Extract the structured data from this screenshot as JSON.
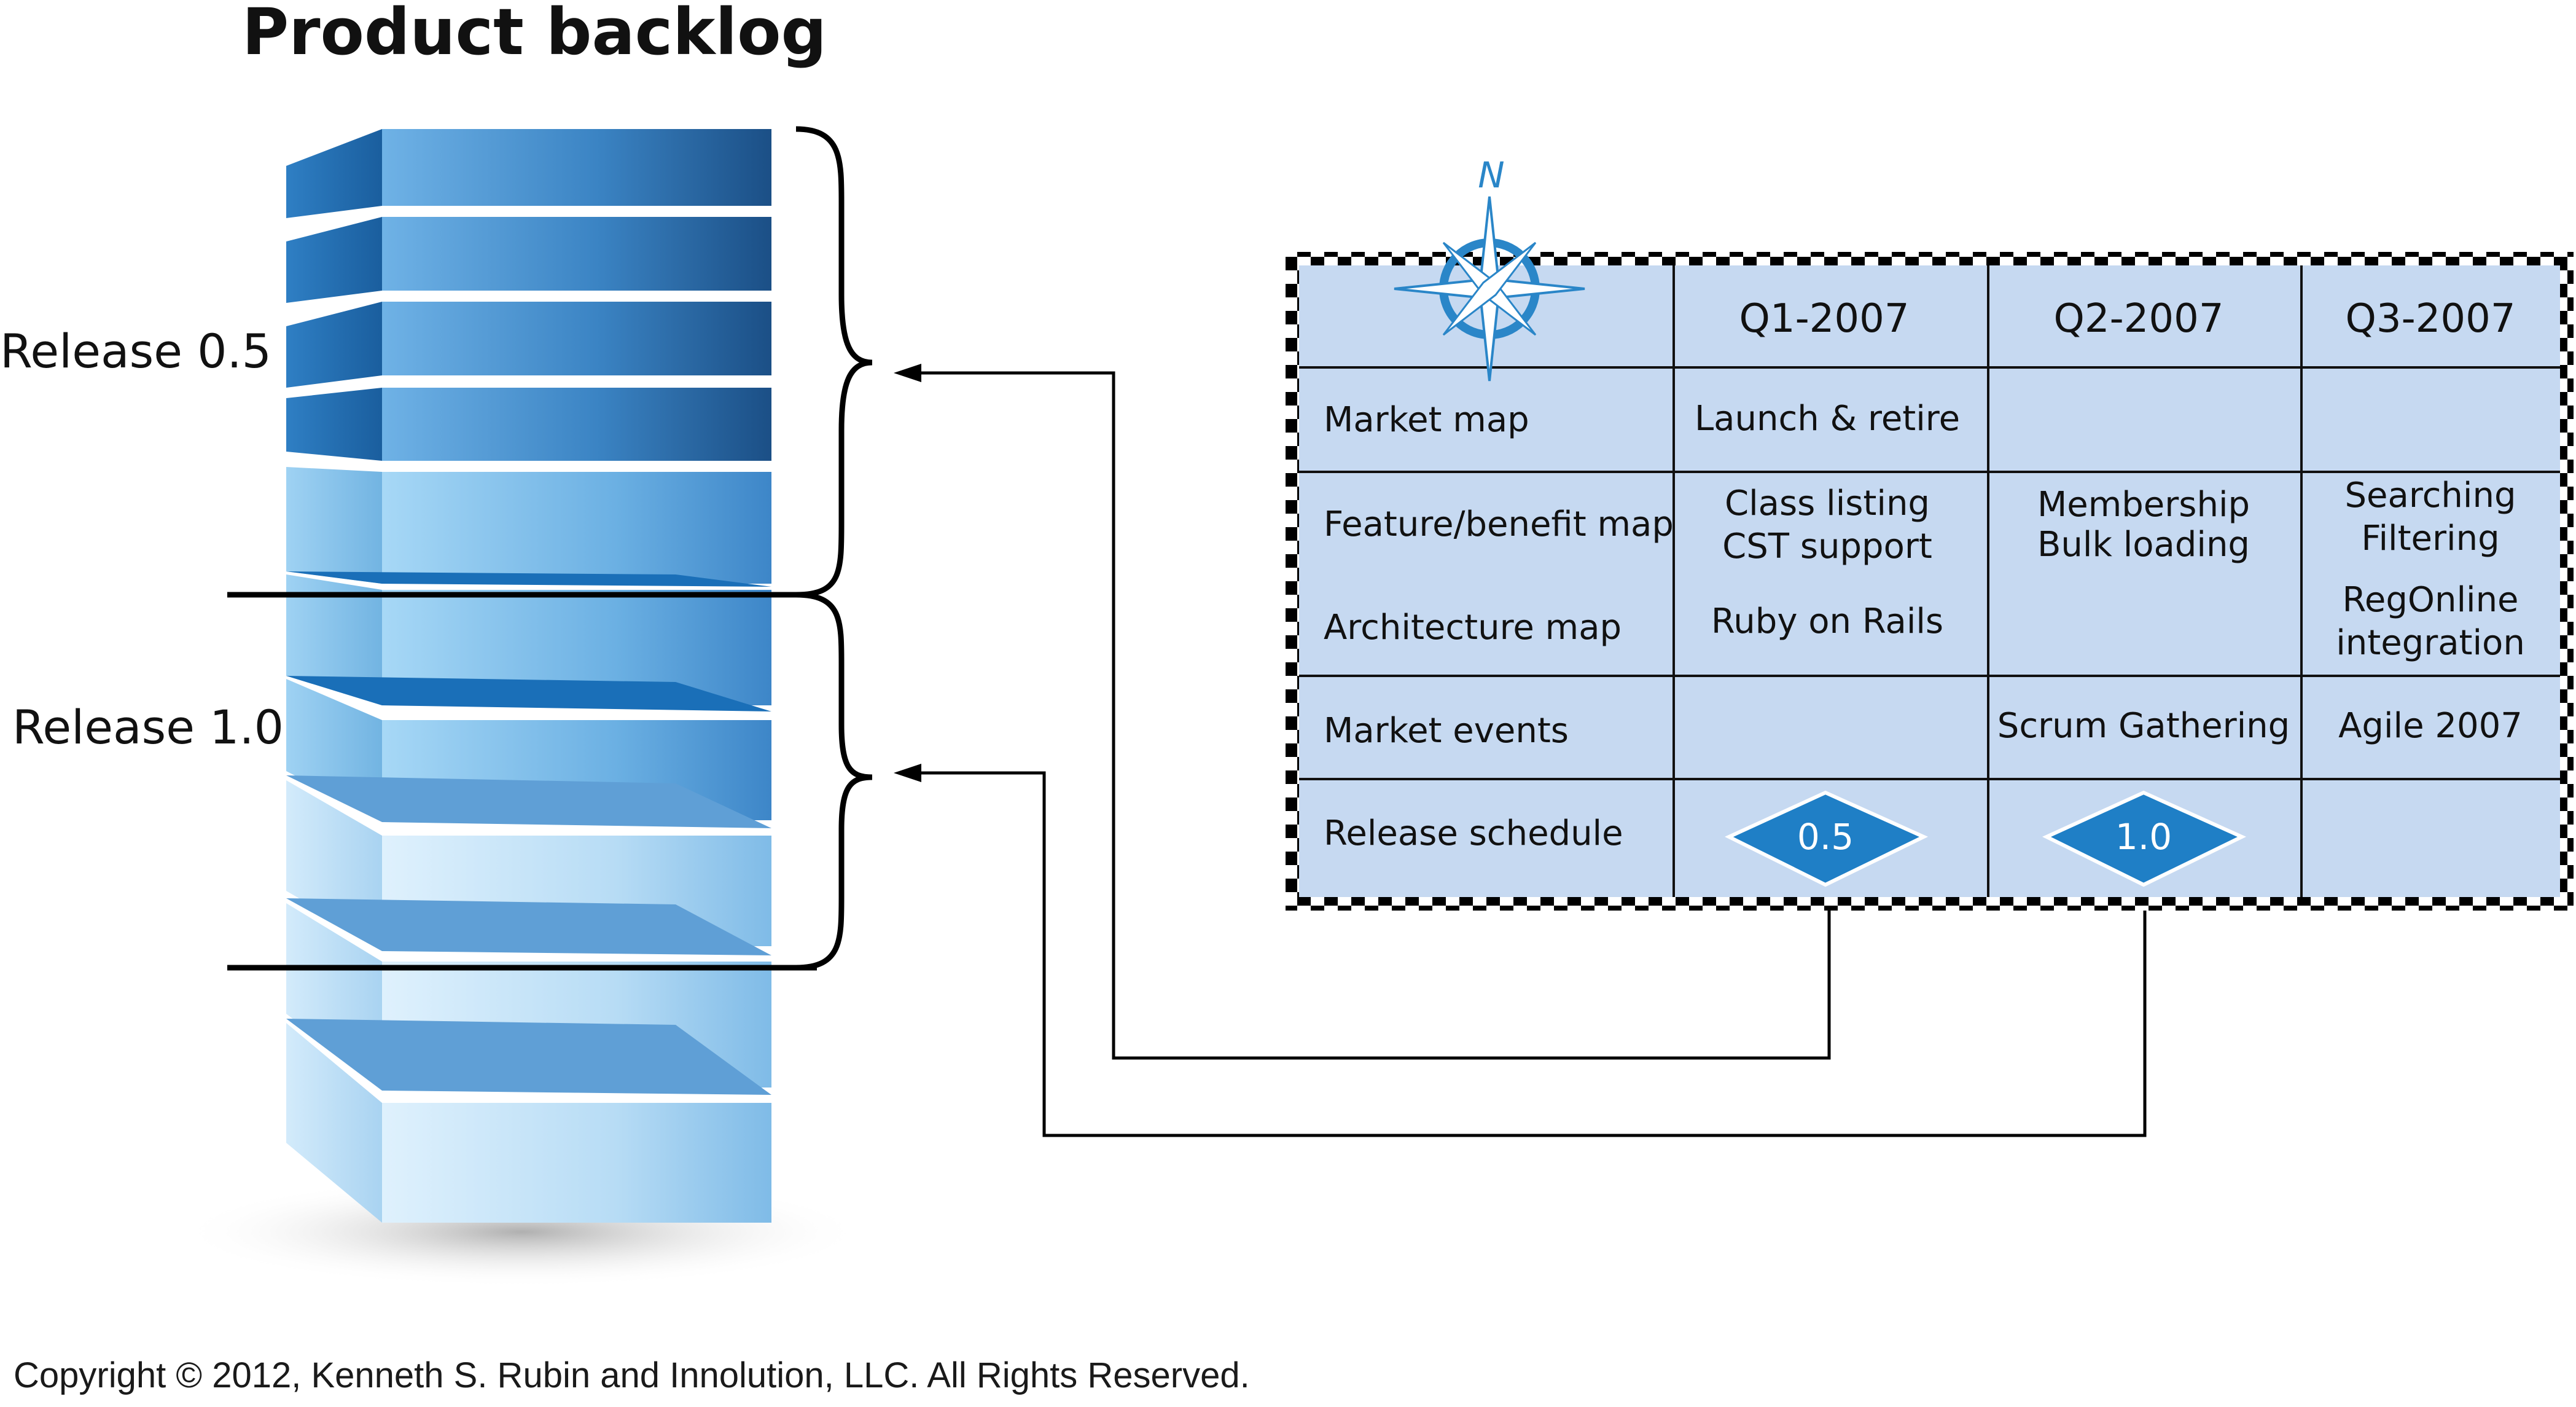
{
  "title": "Product backlog",
  "release_labels": [
    "Release 0.5",
    "Release 1.0"
  ],
  "roadmap": {
    "columns": [
      "Q1-2007",
      "Q2-2007",
      "Q3-2007"
    ],
    "rows": [
      {
        "label": "Market map",
        "cells": [
          [
            "Launch & retire"
          ],
          [],
          []
        ]
      },
      {
        "label": "Feature/benefit map",
        "cells": [
          [
            "Class listing",
            "CST support"
          ],
          [
            "Membership",
            "Bulk loading"
          ],
          [
            "Searching",
            "Filtering"
          ]
        ]
      },
      {
        "label": "Architecture map",
        "cells": [
          [
            "Ruby on Rails"
          ],
          [],
          [
            "RegOnline",
            "integration"
          ]
        ]
      },
      {
        "label": "Market events",
        "cells": [
          [],
          [
            "Scrum Gathering"
          ],
          [
            "Agile 2007"
          ]
        ]
      },
      {
        "label": "Release schedule",
        "cells": [
          [
            "0.5"
          ],
          [
            "1.0"
          ],
          []
        ]
      }
    ],
    "compass_letter": "N"
  },
  "copyright": "Copyright © 2012, Kenneth S. Rubin and Innolution, LLC. All Rights Reserved.",
  "colors": {
    "table_fill": "#c6d9f1",
    "milestone": "#1f7fc6",
    "compass": "#2a86c8",
    "backlog_dark": "#1b4f86",
    "backlog_light": "#bfe3fb"
  }
}
